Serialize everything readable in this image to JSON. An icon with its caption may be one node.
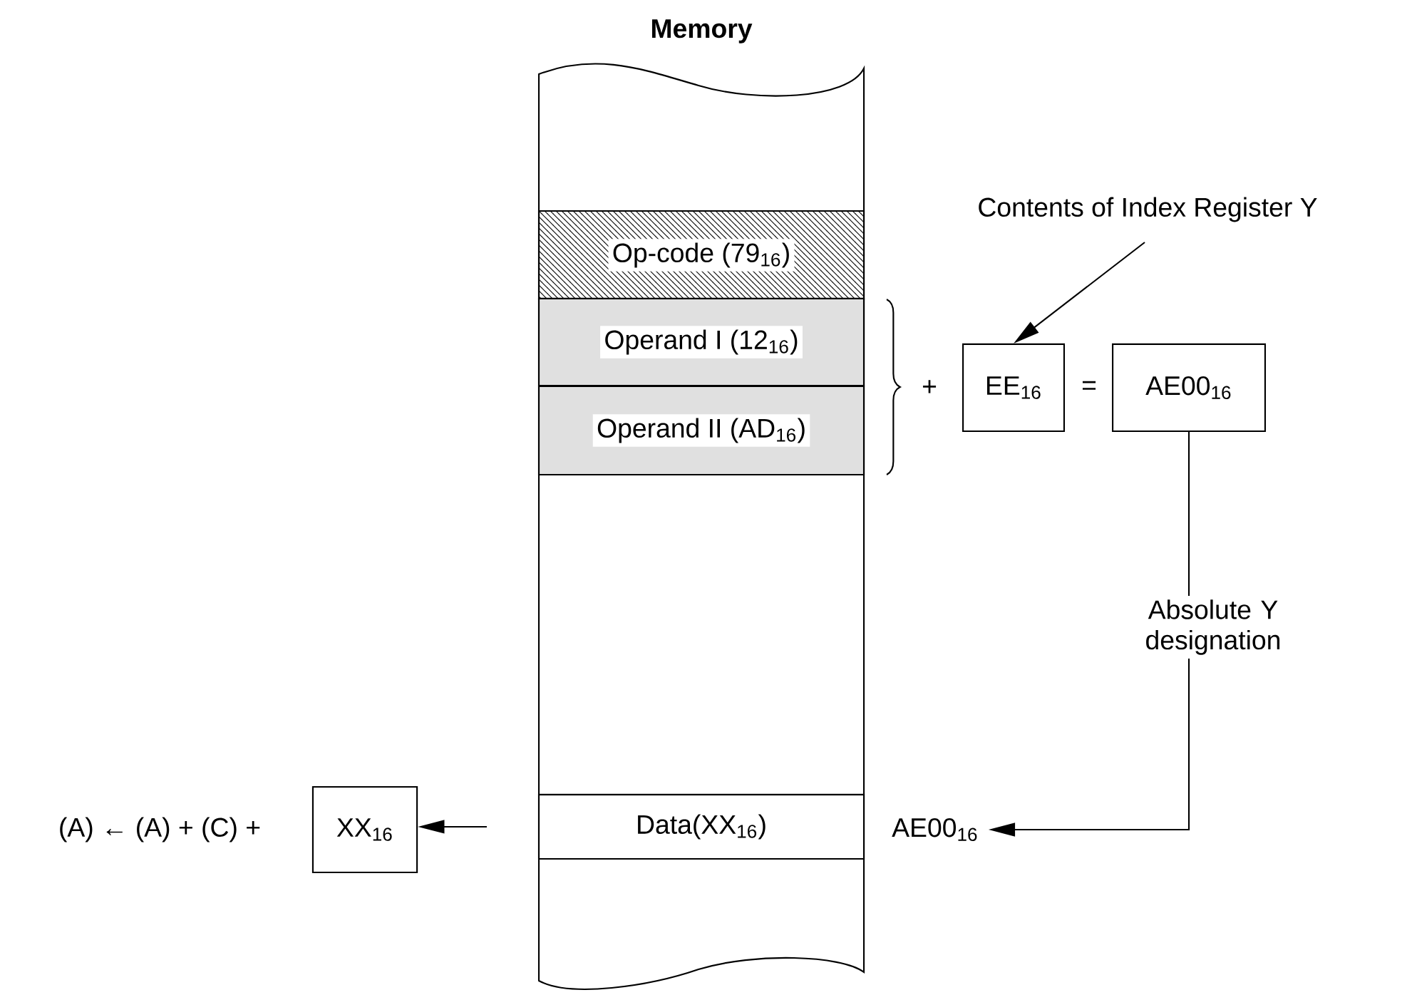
{
  "diagram": {
    "nodes": [
      {
        "text": [
          "Memory"
        ]
      },
      {
        "text": [
          "Op-code (79$_{16}$)"
        ],
        "in": 0
      },
      {
        "text": [
          "Operand I (12$_{16}$)"
        ],
        "in": 0
      },
      {
        "text": [
          "Operand II (AD$_{16}$)"
        ],
        "in": 0
      },
      {
        "text": [
          "Data(XX$_{16}$)"
        ],
        "in": 0
      },
      {
        "text": [
          "EE$_{16}$"
        ]
      },
      {
        "text": [
          "AE00$_{16}$"
        ]
      },
      {
        "text": [
          "Contents of Index Register Y"
        ]
      },
      {
        "text": [
          "AE00$_{16}$"
        ]
      },
      {
        "text": [
          "XX$_{16}$"
        ]
      }
    ],
    "edges": [
      {
        "from": 7,
        "to": 5,
        "arrow": "to"
      },
      {
        "from": 6,
        "to": 8,
        "arrow": "to",
        "label": "Absolute Y designation"
      },
      {
        "from": 4,
        "to": 9,
        "arrow": "to"
      }
    ],
    "labels": [
      "+",
      "=",
      "(A) ← (A) + (C) +"
    ]
  }
}
